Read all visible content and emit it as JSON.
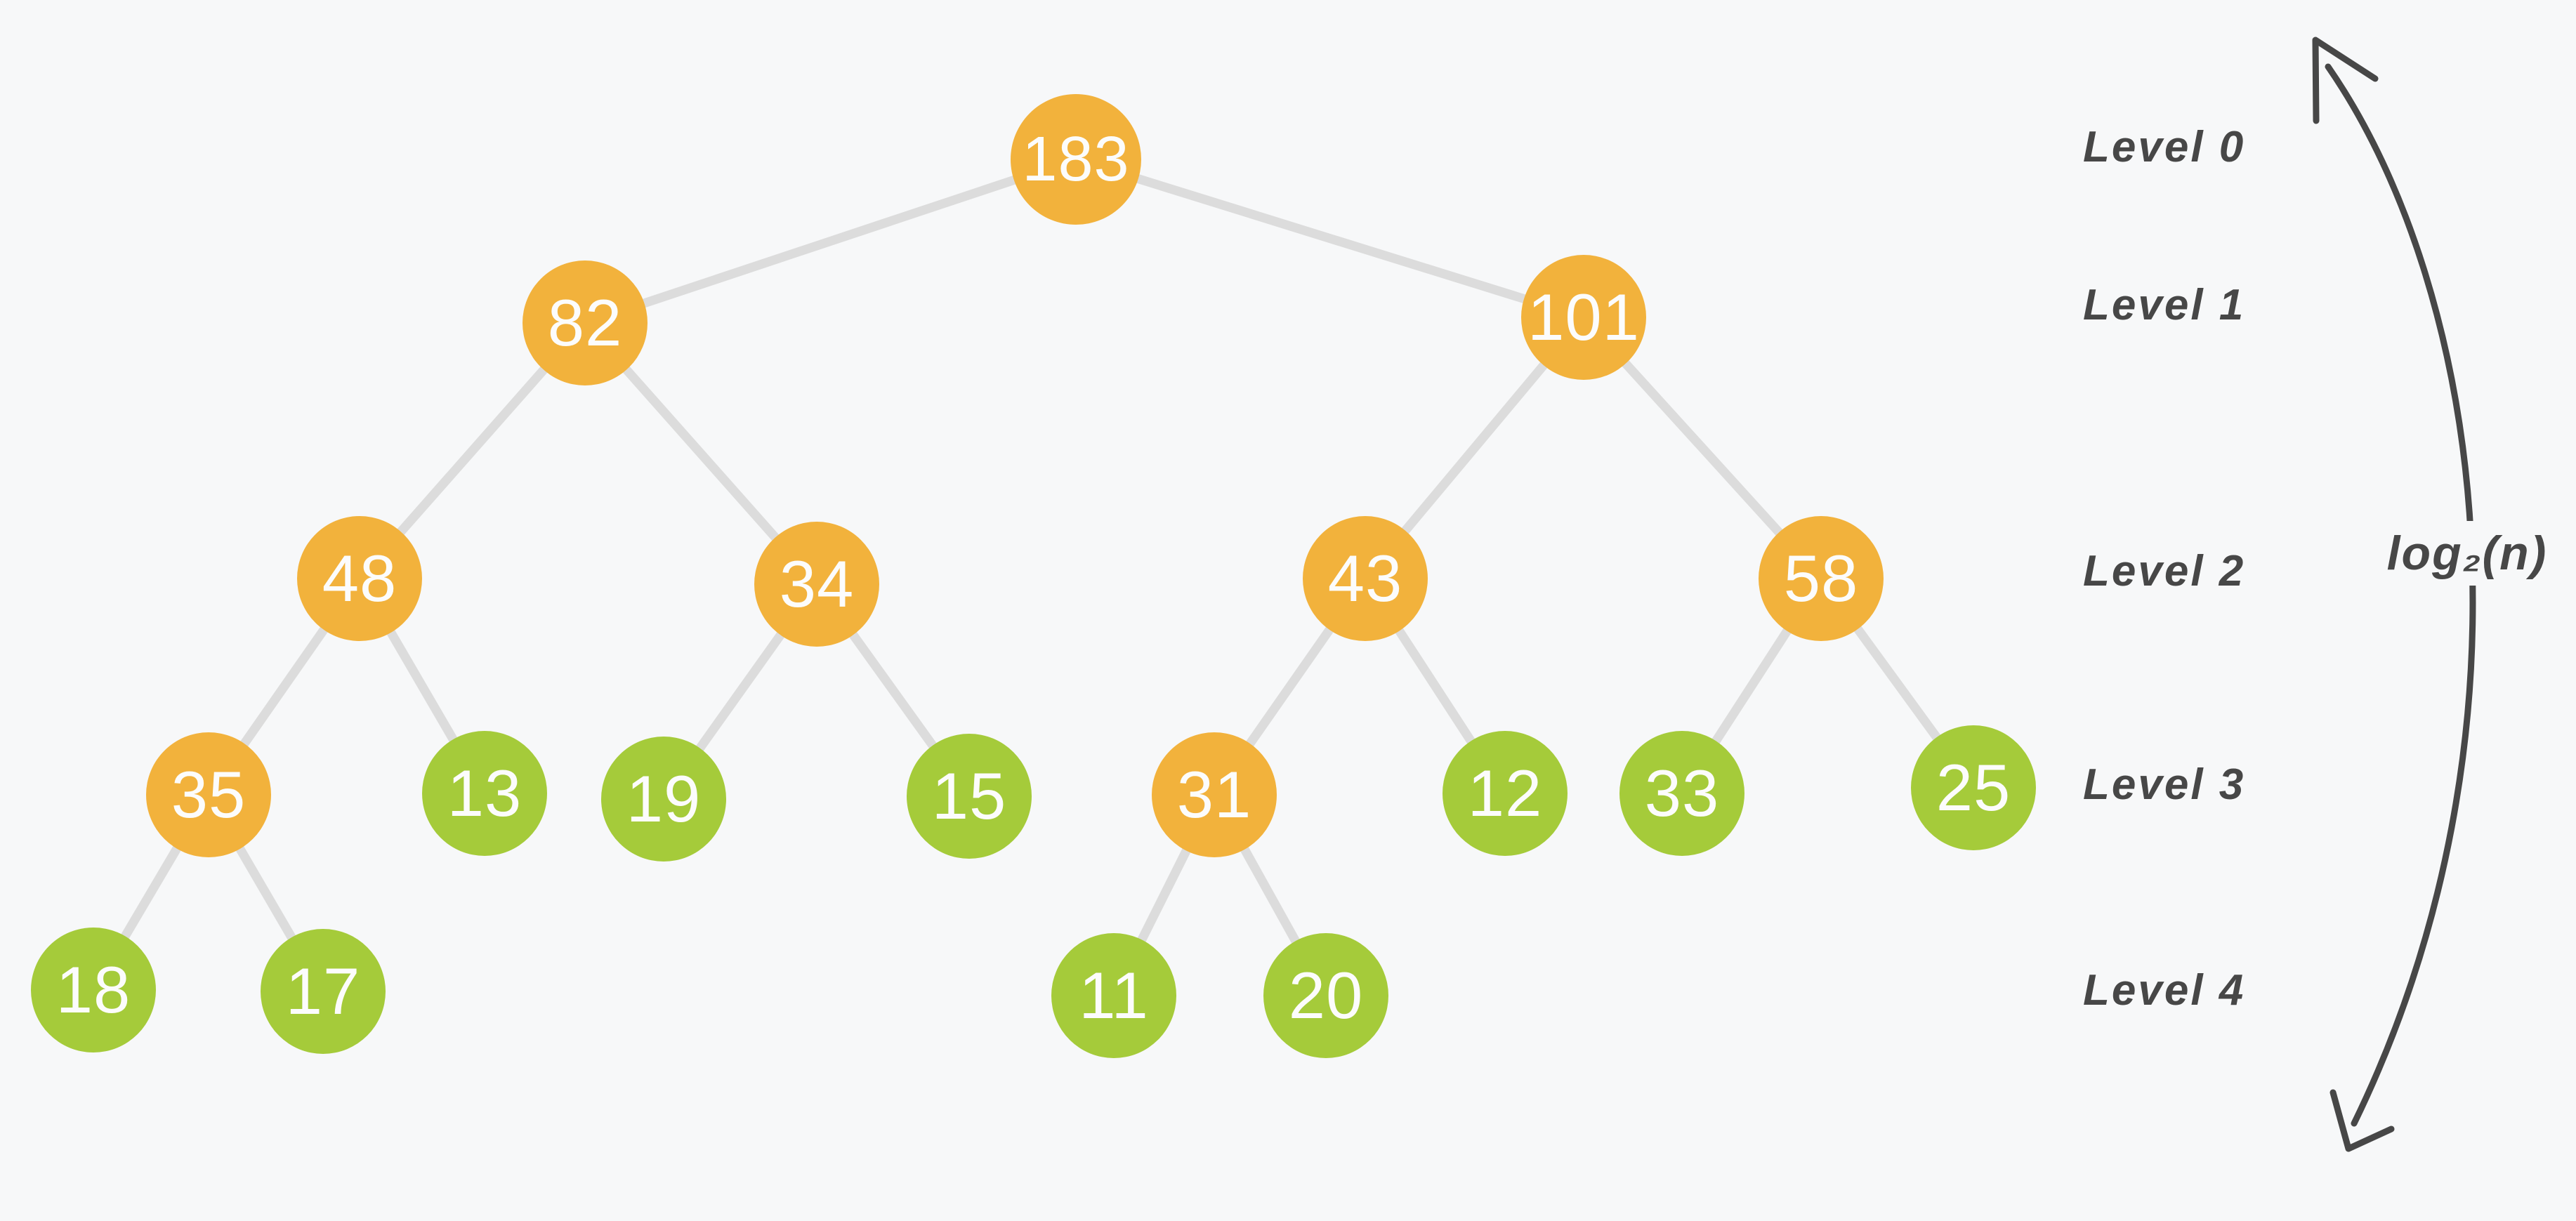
{
  "diagram": {
    "kind": "binary-tree",
    "description": "Sum tree with internal nodes (orange) and leaf nodes (green), annotated with depth levels and height log2(n)"
  },
  "tree": {
    "nodes": [
      {
        "value": "183",
        "level": 0,
        "role": "internal"
      },
      {
        "value": "82",
        "level": 1,
        "role": "internal"
      },
      {
        "value": "101",
        "level": 1,
        "role": "internal"
      },
      {
        "value": "48",
        "level": 2,
        "role": "internal"
      },
      {
        "value": "34",
        "level": 2,
        "role": "internal"
      },
      {
        "value": "43",
        "level": 2,
        "role": "internal"
      },
      {
        "value": "58",
        "level": 2,
        "role": "internal"
      },
      {
        "value": "35",
        "level": 3,
        "role": "internal"
      },
      {
        "value": "13",
        "level": 3,
        "role": "leaf"
      },
      {
        "value": "19",
        "level": 3,
        "role": "leaf"
      },
      {
        "value": "15",
        "level": 3,
        "role": "leaf"
      },
      {
        "value": "31",
        "level": 3,
        "role": "internal"
      },
      {
        "value": "12",
        "level": 3,
        "role": "leaf"
      },
      {
        "value": "33",
        "level": 3,
        "role": "leaf"
      },
      {
        "value": "25",
        "level": 3,
        "role": "leaf"
      },
      {
        "value": "18",
        "level": 4,
        "role": "leaf"
      },
      {
        "value": "17",
        "level": 4,
        "role": "leaf"
      },
      {
        "value": "11",
        "level": 4,
        "role": "leaf"
      },
      {
        "value": "20",
        "level": 4,
        "role": "leaf"
      }
    ],
    "edges": [
      [
        "183",
        "82"
      ],
      [
        "183",
        "101"
      ],
      [
        "82",
        "48"
      ],
      [
        "82",
        "34"
      ],
      [
        "101",
        "43"
      ],
      [
        "101",
        "58"
      ],
      [
        "48",
        "35"
      ],
      [
        "48",
        "13"
      ],
      [
        "34",
        "19"
      ],
      [
        "34",
        "15"
      ],
      [
        "43",
        "31"
      ],
      [
        "43",
        "12"
      ],
      [
        "58",
        "33"
      ],
      [
        "58",
        "25"
      ],
      [
        "35",
        "18"
      ],
      [
        "35",
        "17"
      ],
      [
        "31",
        "11"
      ],
      [
        "31",
        "20"
      ]
    ]
  },
  "levels": [
    {
      "label": "Level 0"
    },
    {
      "label": "Level 1"
    },
    {
      "label": "Level 2"
    },
    {
      "label": "Level 3"
    },
    {
      "label": "Level 4"
    }
  ],
  "annotation": {
    "formula": "log₂(n)"
  },
  "colors": {
    "internal_node": "#f2b23c",
    "leaf_node": "#a5cb3a",
    "node_text": "#fcfcfc",
    "edge": "#dcdcdc",
    "annotation_ink": "#474747",
    "background": "#f7f8f9"
  }
}
